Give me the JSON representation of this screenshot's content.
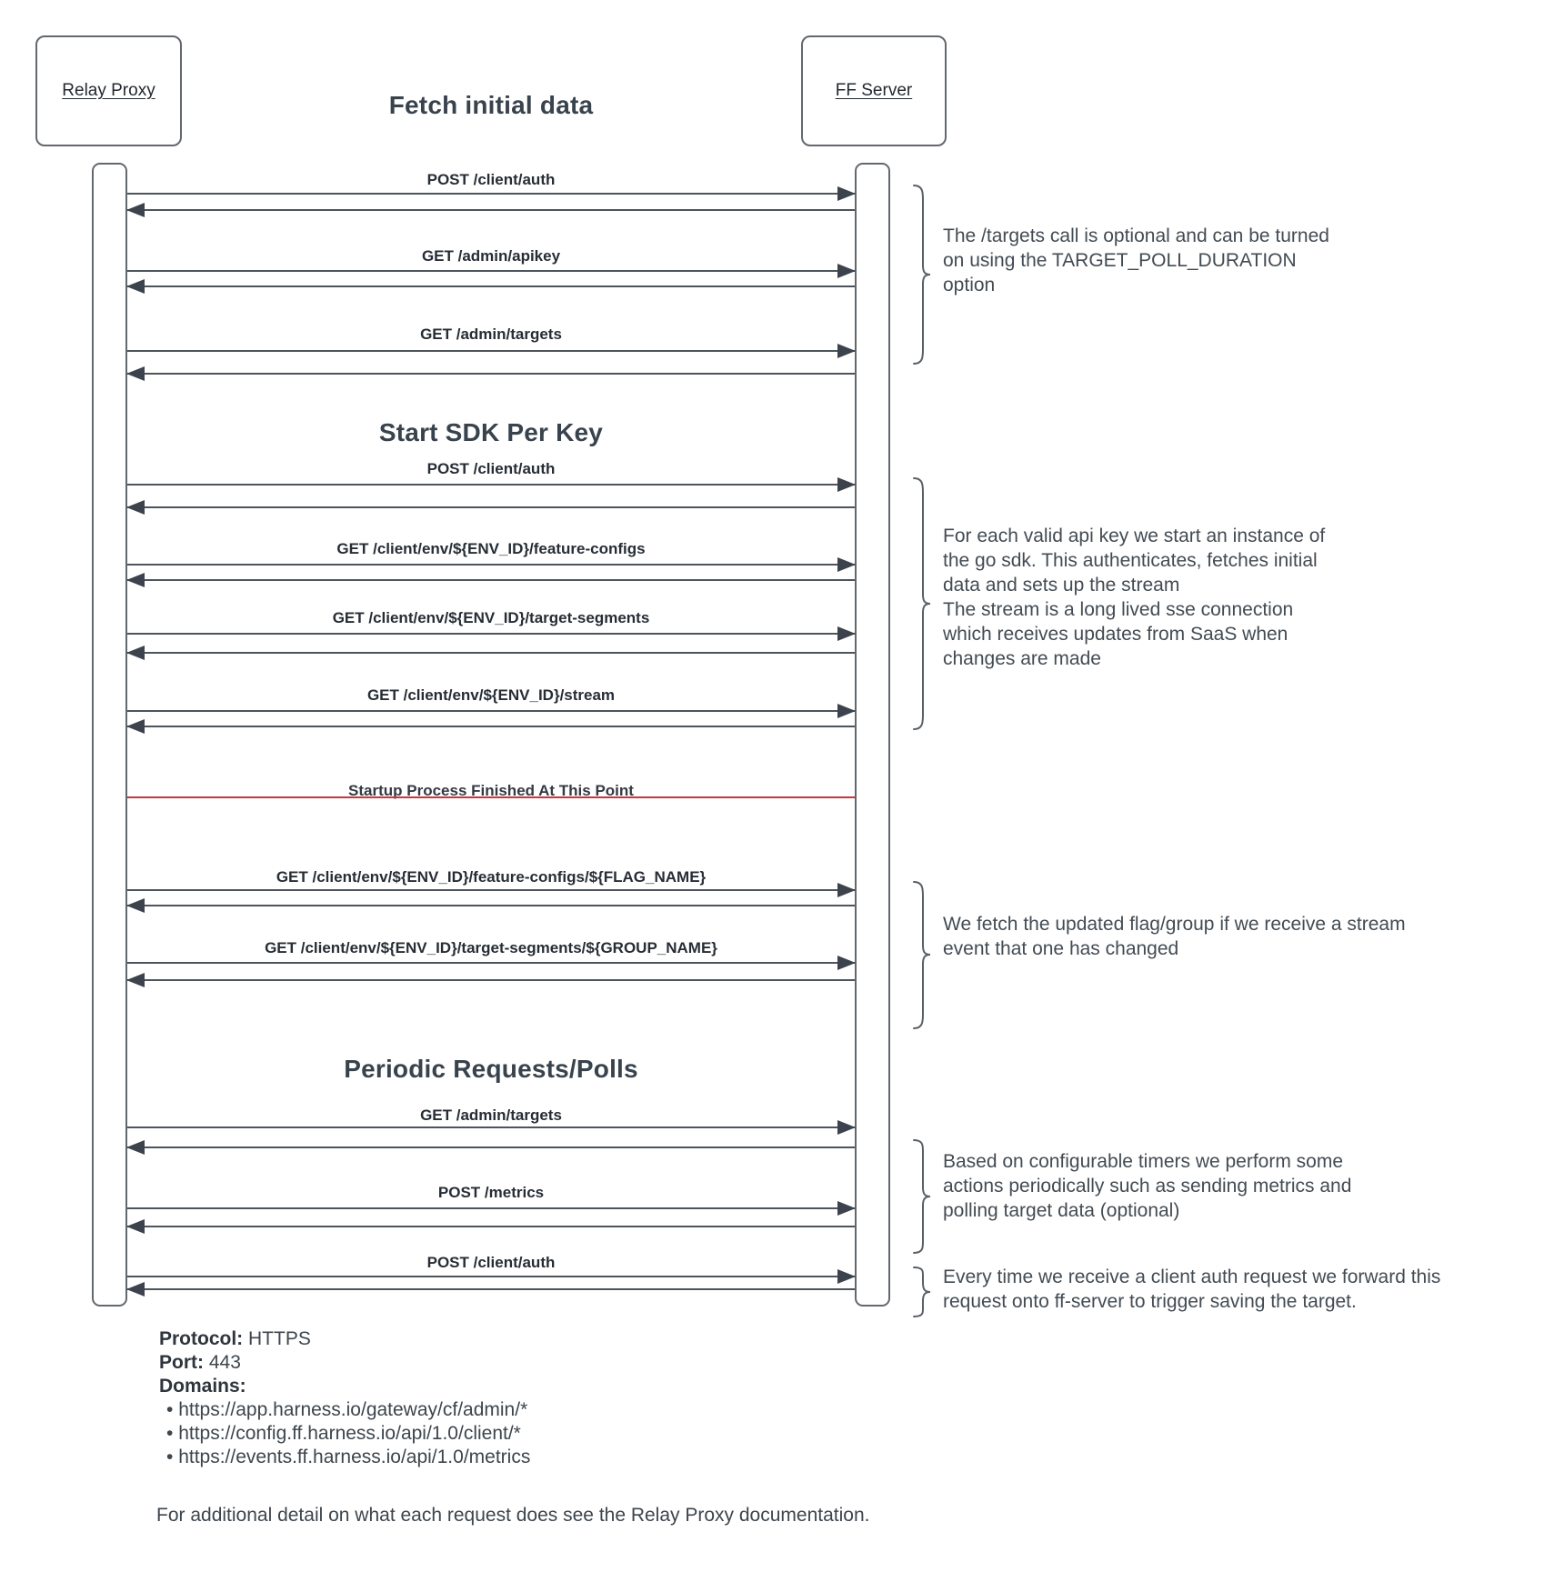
{
  "title": "Fetch initial data",
  "actors": [
    {
      "label": "Relay Proxy"
    },
    {
      "label": "FF Server"
    }
  ],
  "sections": {
    "start_sdk": "Start SDK Per Key",
    "periodic": "Periodic Requests/Polls"
  },
  "messages": [
    {
      "label": "POST /client/auth"
    },
    {
      "label": "GET /admin/apikey"
    },
    {
      "label": "GET /admin/targets"
    },
    {
      "label": "POST /client/auth"
    },
    {
      "label": "GET /client/env/${ENV_ID}/feature-configs"
    },
    {
      "label": "GET /client/env/${ENV_ID}/target-segments"
    },
    {
      "label": "GET /client/env/${ENV_ID}/stream"
    },
    {
      "label": "GET /client/env/${ENV_ID}/feature-configs/${FLAG_NAME}"
    },
    {
      "label": "GET /client/env/${ENV_ID}/target-segments/${GROUP_NAME}"
    },
    {
      "label": "GET /admin/targets"
    },
    {
      "label": "POST /metrics"
    },
    {
      "label": "POST /client/auth"
    }
  ],
  "divider": {
    "label": "Startup Process Finished At This Point",
    "color": "#c5393f"
  },
  "annotations": [
    {
      "text": "The /targets call is optional and can be turned\non using the TARGET_POLL_DURATION\noption"
    },
    {
      "text": "For each valid api key we start an instance of\nthe go sdk. This authenticates, fetches initial\ndata and sets up the stream\nThe stream is a long lived sse connection\nwhich receives updates from SaaS when\nchanges are made"
    },
    {
      "text": "We fetch the updated flag/group if we receive a stream\nevent that one has changed"
    },
    {
      "text": "Based on configurable timers we perform some\nactions periodically such as sending metrics and\npolling target data (optional)"
    },
    {
      "text": "Every time we receive a client auth request we forward this\nrequest onto ff-server to trigger saving the target."
    }
  ],
  "connection_info": {
    "protocol_label": "Protocol:",
    "protocol": "HTTPS",
    "port_label": "Port:",
    "port": "443",
    "domains_label": "Domains:",
    "domains": [
      "https://app.harness.io/gateway/cf/admin/*",
      "https://config.ff.harness.io/api/1.0/client/*",
      "https://events.ff.harness.io/api/1.0/metrics"
    ]
  },
  "footer": "For additional detail on what each request does see the Relay Proxy documentation."
}
